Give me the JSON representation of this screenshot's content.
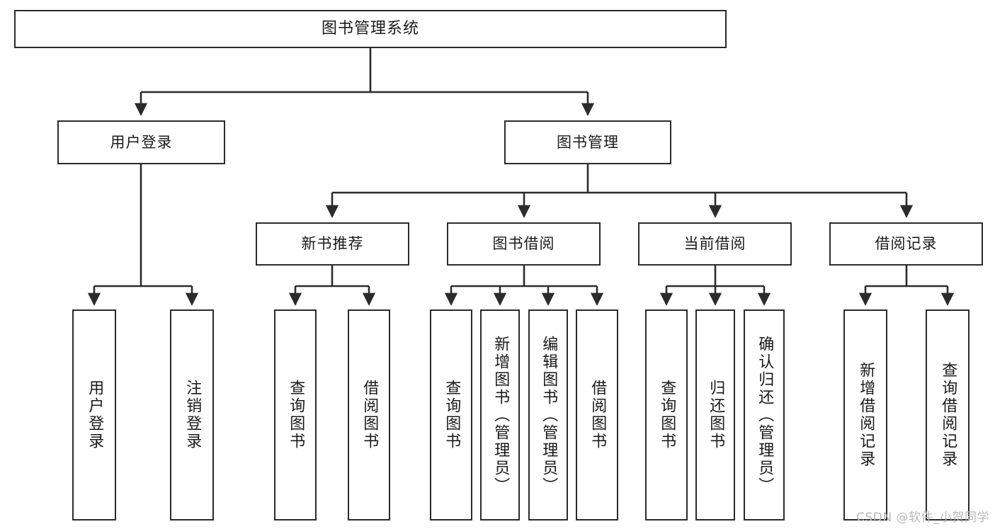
{
  "diagram": {
    "title": "图书管理系统",
    "type": "tree-hierarchy-chart",
    "line_color": "#2b2b2b",
    "box_fill": "#ffffff",
    "text_color": "#1a1a1a"
  },
  "nodes": {
    "root": {
      "label": "图书管理系统"
    },
    "level2": [
      {
        "label": "用户登录"
      },
      {
        "label": "图书管理"
      }
    ],
    "level3": [
      {
        "label": "新书推荐"
      },
      {
        "label": "图书借阅"
      },
      {
        "label": "当前借阅"
      },
      {
        "label": "借阅记录"
      }
    ],
    "leaves": {
      "user_login": [
        {
          "label": "用户登录"
        },
        {
          "label": "注销登录"
        }
      ],
      "new_book": [
        {
          "label": "查询图书"
        },
        {
          "label": "借阅图书"
        }
      ],
      "book_borrow": [
        {
          "label": "查询图书"
        },
        {
          "label": "新增图书（管理员）"
        },
        {
          "label": "编辑图书（管理员）"
        },
        {
          "label": "借阅图书"
        }
      ],
      "current_borrow": [
        {
          "label": "查询图书"
        },
        {
          "label": "归还图书"
        },
        {
          "label": "确认归还（管理员）"
        }
      ],
      "borrow_record": [
        {
          "label": "新增借阅记录"
        },
        {
          "label": "查询借阅记录"
        }
      ]
    }
  },
  "watermark": {
    "text": "CSDN @软件_小贺同学"
  }
}
